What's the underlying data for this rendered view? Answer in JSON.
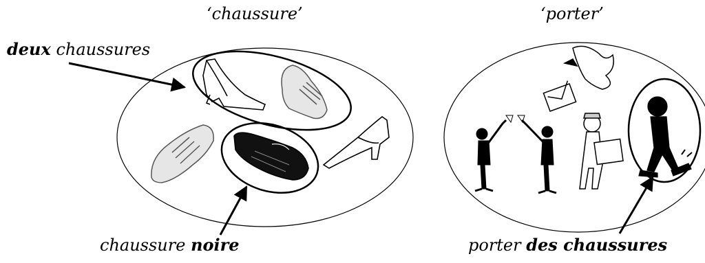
{
  "titles": {
    "left": "‘chaussure’",
    "right": "‘porter’"
  },
  "labels": {
    "deux": {
      "bold": "deux",
      "rest": " chaussures"
    },
    "noire": {
      "rest": "chaussure ",
      "bold": "noire"
    },
    "porter": {
      "rest": "porter ",
      "bold": "des chaussures"
    }
  }
}
